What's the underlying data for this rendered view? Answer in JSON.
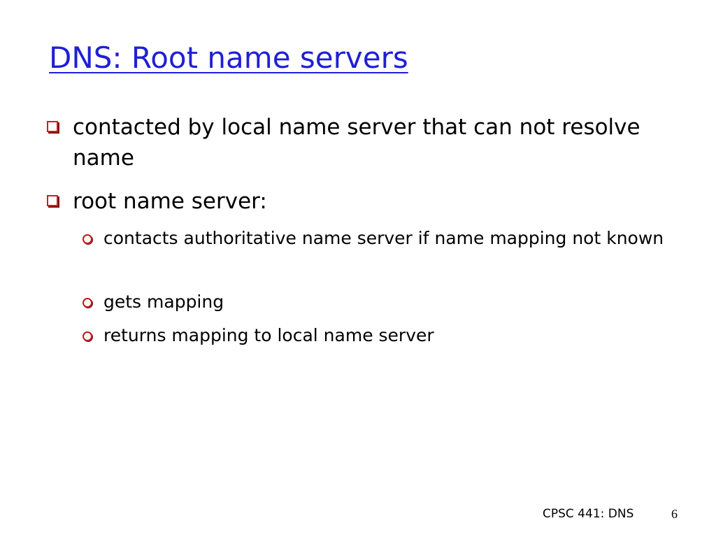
{
  "slide": {
    "title": "DNS: Root name servers",
    "bullets": [
      {
        "level": 1,
        "text": "contacted by local name server that can not resolve name"
      },
      {
        "level": 1,
        "text": "root name server:"
      },
      {
        "level": 2,
        "text": "contacts authoritative name server if name mapping not known"
      },
      {
        "level": 2,
        "text": "gets mapping"
      },
      {
        "level": 2,
        "text": "returns mapping to local name server"
      }
    ],
    "footer": {
      "label": "CPSC 441: DNS",
      "page_number": "6"
    }
  },
  "colors": {
    "title": "#1f1fd6",
    "bullet_marker": "#cc2020",
    "text": "#000000"
  }
}
